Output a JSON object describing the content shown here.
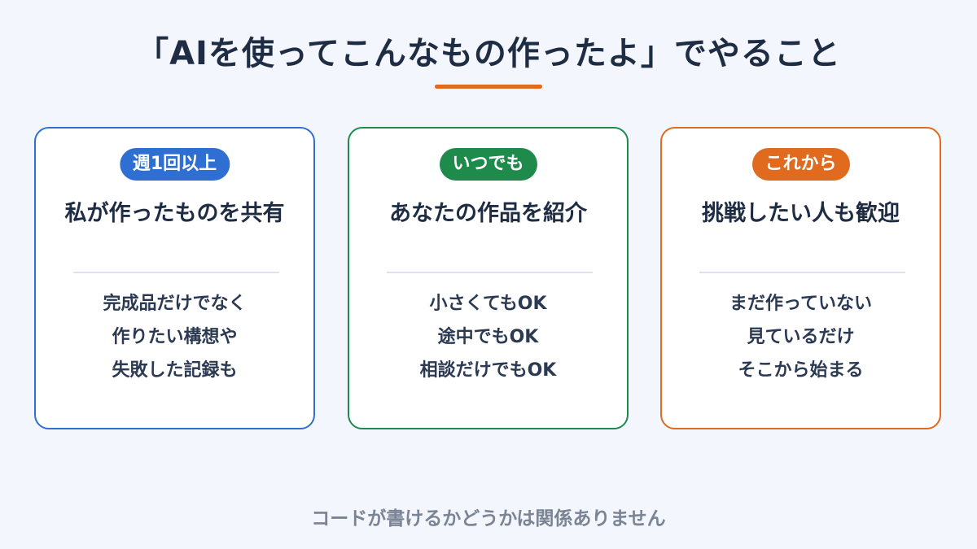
{
  "title": "「AIを使ってこんなもの作ったよ」でやること",
  "colors": {
    "background": "#f3f6fc",
    "accent": "#e06a1e",
    "blue": "#2f6fd2",
    "green": "#1e8a4c",
    "orange": "#e06a1e",
    "text": "#1f2d44",
    "footer_text": "#7b8494"
  },
  "cards": [
    {
      "badge": "週1回以上",
      "title": "私が作ったものを共有",
      "lines": [
        "完成品だけでなく",
        "作りたい構想や",
        "失敗した記録も"
      ]
    },
    {
      "badge": "いつでも",
      "title": "あなたの作品を紹介",
      "lines": [
        "小さくてもOK",
        "途中でもOK",
        "相談だけでもOK"
      ]
    },
    {
      "badge": "これから",
      "title": "挑戦したい人も歓迎",
      "lines": [
        "まだ作っていない",
        "見ているだけ",
        "そこから始まる"
      ]
    }
  ],
  "footer": "コードが書けるかどうかは関係ありません"
}
